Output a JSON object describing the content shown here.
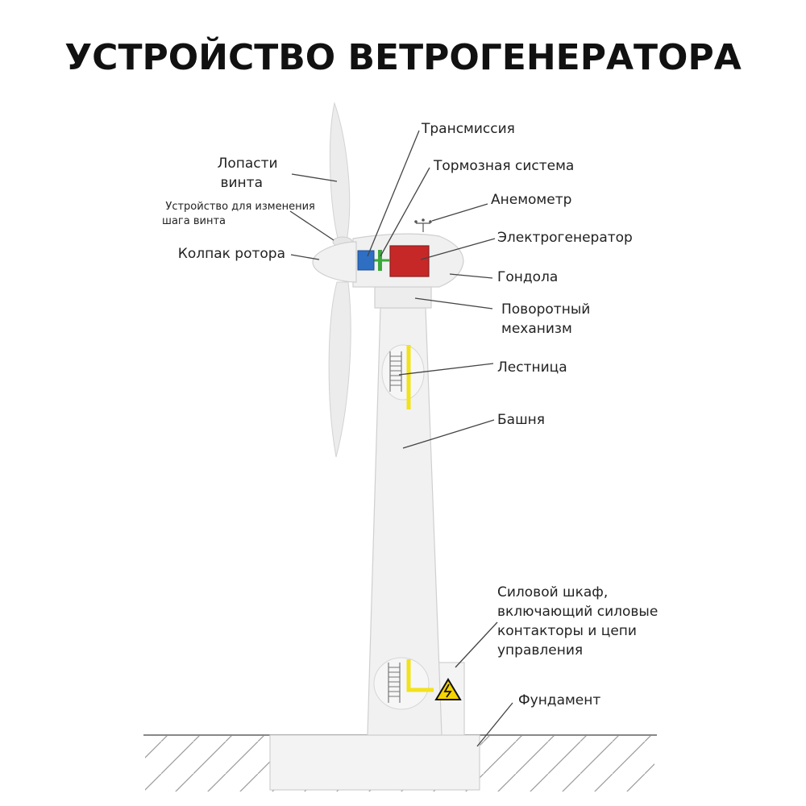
{
  "title": "УСТРОЙСТВО ВЕТРОГЕНЕРАТОРА",
  "labels": {
    "blades": [
      "Лопасти",
      "винта"
    ],
    "pitch": [
      "Устройство для изменения",
      "шага винта"
    ],
    "hub": "Колпак ротора",
    "transmission": "Трансмиссия",
    "brake": "Тормозная система",
    "anemometer": "Анемометр",
    "generator": "Электрогенератор",
    "nacelle": "Гондола",
    "yaw": [
      "Поворотный",
      "механизм"
    ],
    "ladder": "Лестница",
    "tower": "Башня",
    "cabinet": [
      "Силовой шкаф,",
      "включающий силовые",
      "контакторы и цепи",
      "управления"
    ],
    "foundation": "Фундамент"
  },
  "colors": {
    "generator": "#c62828",
    "transmission": "#2e6fc4",
    "brake": "#3aa83a",
    "cable": "#f2e21c",
    "warning": "#f5d400",
    "structure": "#f1f1f1",
    "outline": "#cfcfcf"
  }
}
